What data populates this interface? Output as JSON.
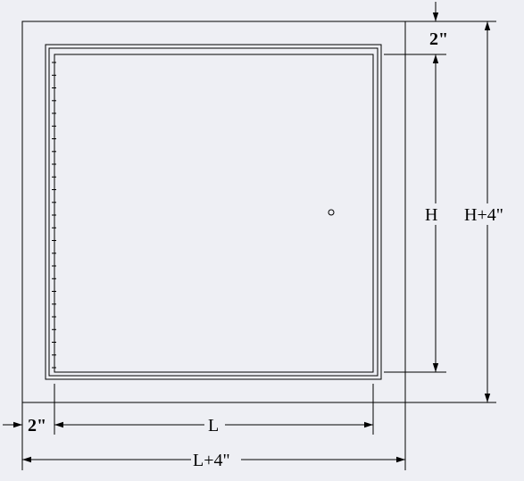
{
  "colors": {
    "background": "#eeeff4",
    "line": "#000000"
  },
  "labels": {
    "top_offset": "2\"",
    "height": "H",
    "overall_height": "H+4\"",
    "left_offset": "2\"",
    "length": "L",
    "overall_length": "L+4\""
  },
  "hinge_segments": 24
}
